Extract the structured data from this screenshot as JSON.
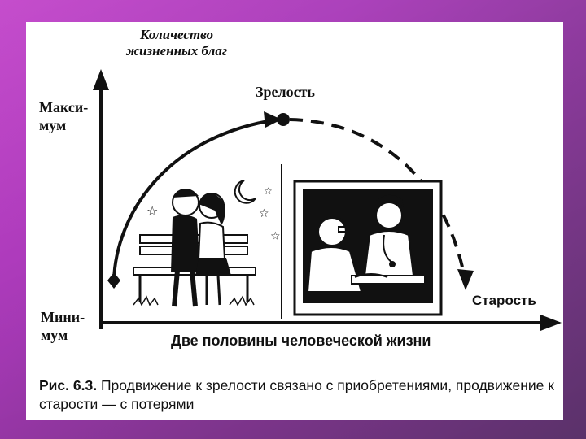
{
  "diagram": {
    "y_axis_title_line1": "Количество",
    "y_axis_title_line2": "жизненных благ",
    "y_max_line1": "Макси-",
    "y_max_line2": "мум",
    "y_min_line1": "Мини-",
    "y_min_line2": "мум",
    "maturity_label": "Зрелость",
    "old_age_label": "Старость",
    "x_axis_title": "Две половины человеческой жизни",
    "left_picture": "couple-on-bench-icon",
    "right_picture": "doctor-examining-elderly-patient-icon"
  },
  "caption": {
    "head": "Рис. 6.3.",
    "text": "Продвижение к зрелости связано с приобретениями, продвижение к старости — с потерями"
  },
  "colors": {
    "slide_background": "#a83ab8",
    "panel": "#ffffff",
    "ink": "#111111"
  }
}
